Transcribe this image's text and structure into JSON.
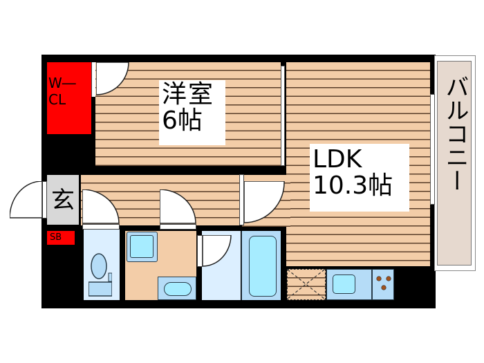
{
  "floor_plan": {
    "rooms": {
      "western_room": {
        "name": "洋室",
        "size": "6帖"
      },
      "ldk": {
        "name": "LDK",
        "size": "10.3帖"
      },
      "walk_in_closet": {
        "line1": "W―",
        "line2": "CL"
      },
      "entrance": {
        "name": "玄"
      },
      "shoe_box": {
        "name": "SB"
      },
      "balcony": {
        "name": "バルコニー"
      }
    },
    "colors": {
      "wall": "#000000",
      "floor": "#f3cda8",
      "floor_line": "#5a3e2a",
      "closet_red": "#ff0000",
      "wet_area": "#dcefff",
      "fixture": "#b5dcf7",
      "balcony": "#e6d9cf",
      "entrance": "#d8d8d8"
    }
  }
}
